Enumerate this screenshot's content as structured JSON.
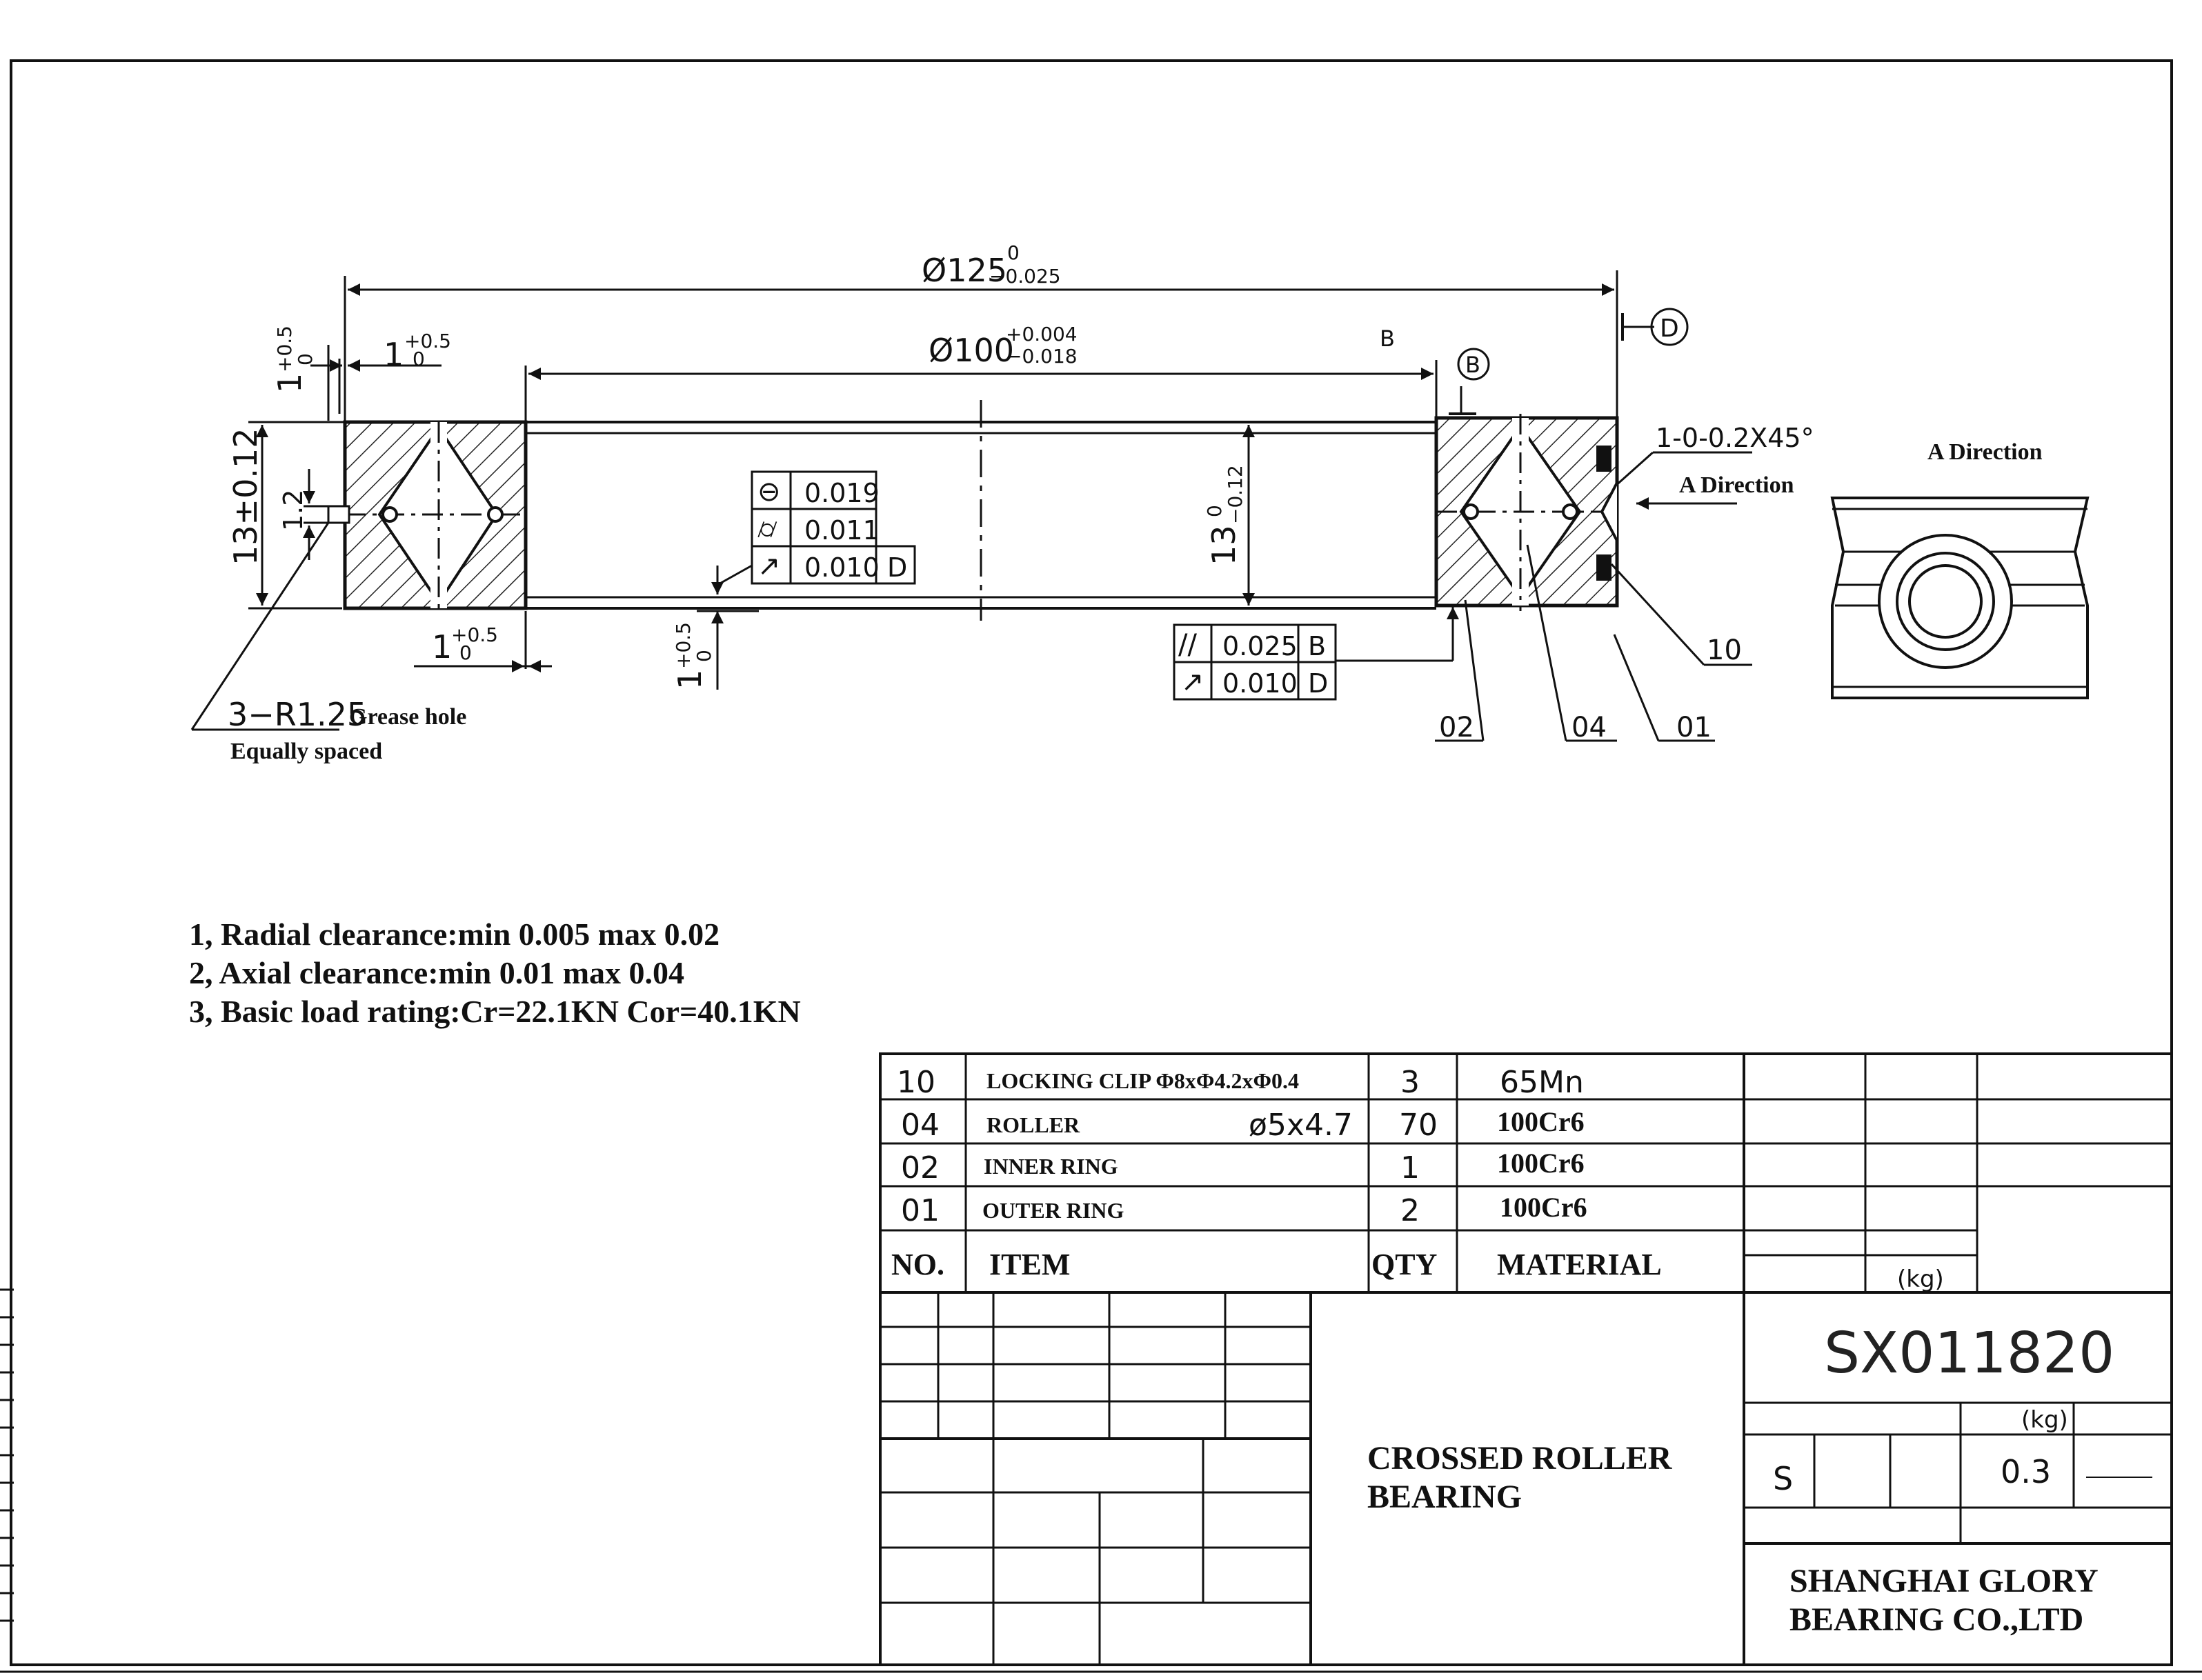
{
  "dimensions": {
    "outer_diameter": "Ø125",
    "outer_tol_upper": "0",
    "outer_tol_lower": "−0.025",
    "inner_diameter": "Ø100",
    "inner_tol_upper": "+0.004",
    "inner_tol_lower": "−0.018",
    "height": "13±0.12",
    "height_inner": "13",
    "height_inner_tol_upper": "0",
    "height_inner_tol_lower": "−0.12",
    "offset_1": "1",
    "offset_tol_upper": "+0.5",
    "offset_tol_lower": "0",
    "groove": "1.2",
    "chamfer": "1-0-0.2X45°",
    "grease_hole": "3−R1.25",
    "grease_hole_label": "Grease hole",
    "equally_spaced": "Equally spaced",
    "datum_b": "B",
    "datum_d": "D"
  },
  "tolerances_left": [
    {
      "symbol": "⊖",
      "value": "0.019",
      "datum": ""
    },
    {
      "symbol": "⌭",
      "value": "0.011",
      "datum": ""
    },
    {
      "symbol": "↗",
      "value": "0.010",
      "datum": "D"
    }
  ],
  "tolerances_right": [
    {
      "symbol": "//",
      "value": "0.025",
      "datum": "B"
    },
    {
      "symbol": "↗",
      "value": "0.010",
      "datum": "D"
    }
  ],
  "callouts": {
    "c10": "10",
    "c02": "02",
    "c04": "04",
    "c01": "01",
    "a_direction_arrow": "A Direction",
    "a_direction_view": "A  Direction"
  },
  "notes": [
    "1, Radial clearance:min 0.005 max 0.02",
    "2, Axial clearance:min 0.01 max 0.04",
    "3, Basic load rating:Cr=22.1KN   Cor=40.1KN"
  ],
  "bom": {
    "rows": [
      {
        "no": "10",
        "item": "LOCKING CLIP Φ8xΦ4.2xΦ0.4",
        "spec": "",
        "qty": "3",
        "material": "65Mn"
      },
      {
        "no": "04",
        "item": "ROLLER",
        "spec": "ø5x4.7",
        "qty": "70",
        "material": "100Cr6"
      },
      {
        "no": "02",
        "item": "INNER RING",
        "spec": "",
        "qty": "1",
        "material": "100Cr6"
      },
      {
        "no": "01",
        "item": "OUTER RING",
        "spec": "",
        "qty": "2",
        "material": "100Cr6"
      }
    ],
    "header": {
      "no": "NO.",
      "item": "ITEM",
      "qty": "QTY",
      "material": "MATERIAL"
    }
  },
  "title_block": {
    "unit_top": "(kg)",
    "part_number": "SX011820",
    "unit_weight": "(kg)",
    "scale": "S",
    "weight": "0.3",
    "product_line1": "CROSSED ROLLER",
    "product_line2": "BEARING",
    "company_line1": "SHANGHAI GLORY",
    "company_line2": "BEARING CO.,LTD"
  }
}
